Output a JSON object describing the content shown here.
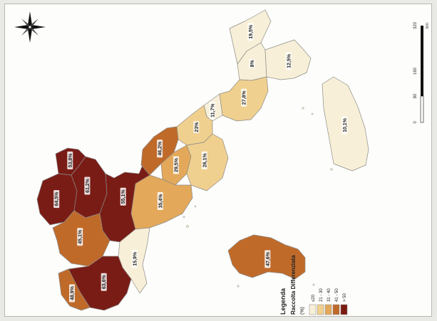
{
  "map": {
    "regions": [
      {
        "id": "r1",
        "label": "19,5%",
        "class": 0
      },
      {
        "id": "r2",
        "label": "8%",
        "class": 0
      },
      {
        "id": "r3",
        "label": "12,5%",
        "class": 0
      },
      {
        "id": "r4",
        "label": "10,1%",
        "class": 0
      },
      {
        "id": "r5",
        "label": "27,8%",
        "class": 1
      },
      {
        "id": "r6",
        "label": "11,7%",
        "class": 0
      },
      {
        "id": "r7",
        "label": "23%",
        "class": 1
      },
      {
        "id": "r8",
        "label": "46,2%",
        "class": 3
      },
      {
        "id": "r9",
        "label": "29,5%",
        "class": 2
      },
      {
        "id": "r10",
        "label": "26,1%",
        "class": 1
      },
      {
        "id": "r11",
        "label": "35,4%",
        "class": 2
      },
      {
        "id": "r12",
        "label": "53,8%",
        "class": 4
      },
      {
        "id": "r13",
        "label": "64,5%",
        "class": 4
      },
      {
        "id": "r14",
        "label": "61,2%",
        "class": 4
      },
      {
        "id": "r15",
        "label": "55,1%",
        "class": 4
      },
      {
        "id": "r16",
        "label": "45,1%",
        "class": 3
      },
      {
        "id": "r17",
        "label": "15,9%",
        "class": 0
      },
      {
        "id": "r18",
        "label": "63,6%",
        "class": 4
      },
      {
        "id": "r19",
        "label": "48,9%",
        "class": 3
      },
      {
        "id": "r20",
        "label": "47,6%",
        "class": 3
      }
    ]
  },
  "legend": {
    "title": "Legenda",
    "subtitle": "Raccolta Differenziata",
    "unit": "(%)",
    "classes": [
      {
        "label": "≤20",
        "color": "#f7efd7"
      },
      {
        "label": "21 - 30",
        "color": "#f0d08f"
      },
      {
        "label": "31 - 40",
        "color": "#e3a85a"
      },
      {
        "label": "41 - 50",
        "color": "#c06a2a"
      },
      {
        "label": "> 50",
        "color": "#7a1c12"
      }
    ]
  },
  "scalebar": {
    "ticks": [
      "0",
      "80",
      "160",
      "320"
    ],
    "unit": "km"
  },
  "compass": {
    "icon": "compass-rose-icon"
  }
}
